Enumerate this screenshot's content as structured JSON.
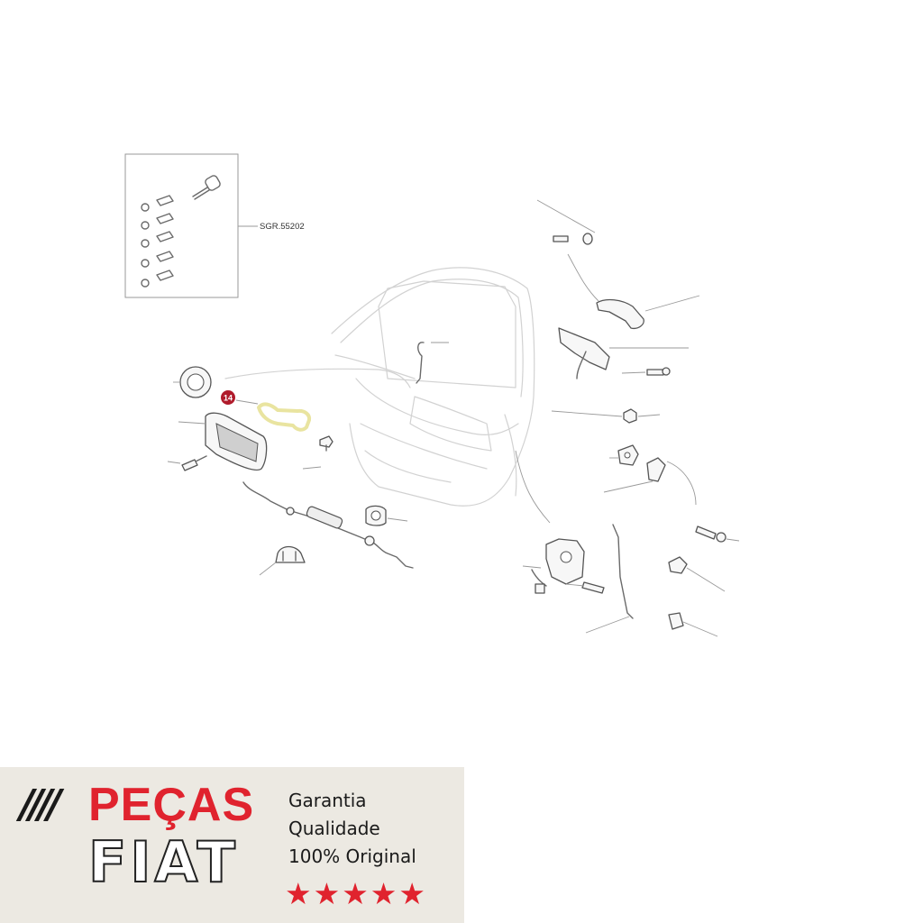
{
  "diagram": {
    "kit_reference": "SGR.55202",
    "highlighted_part_number": "14",
    "highlight_color": "#e9e4a0",
    "badge_color": "#b01b2b"
  },
  "banner": {
    "slashes": "////",
    "brand_line1": "PEÇAS",
    "brand_line2": "FIAT",
    "claims": [
      "Garantia",
      "Qualidade",
      "100% Original"
    ],
    "rating_stars": 5,
    "accent_color": "#e0232e",
    "background_color": "#ece9e2"
  }
}
